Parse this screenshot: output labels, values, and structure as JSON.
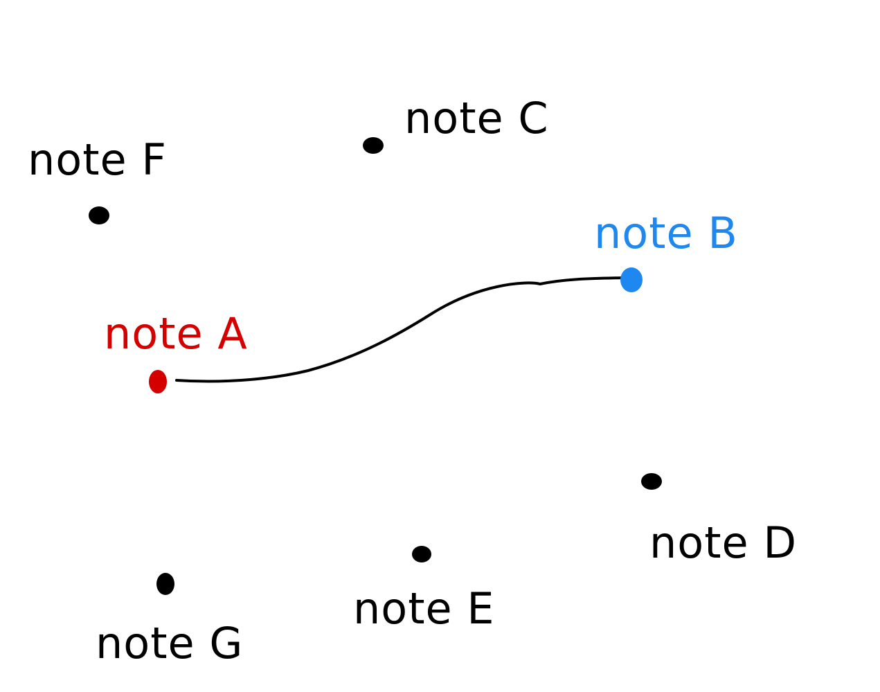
{
  "colors": {
    "default": "#000000",
    "source": "#d40000",
    "target": "#1e88f0",
    "link": "#000000"
  },
  "notes": [
    {
      "id": "note-a",
      "label": "note A",
      "role": "source"
    },
    {
      "id": "note-b",
      "label": "note B",
      "role": "target"
    },
    {
      "id": "note-c",
      "label": "note C",
      "role": "default"
    },
    {
      "id": "note-d",
      "label": "note D",
      "role": "default"
    },
    {
      "id": "note-e",
      "label": "note E",
      "role": "default"
    },
    {
      "id": "note-f",
      "label": "note F",
      "role": "default"
    },
    {
      "id": "note-g",
      "label": "note G",
      "role": "default"
    }
  ],
  "links": [
    {
      "from": "note A",
      "to": "note B"
    }
  ]
}
